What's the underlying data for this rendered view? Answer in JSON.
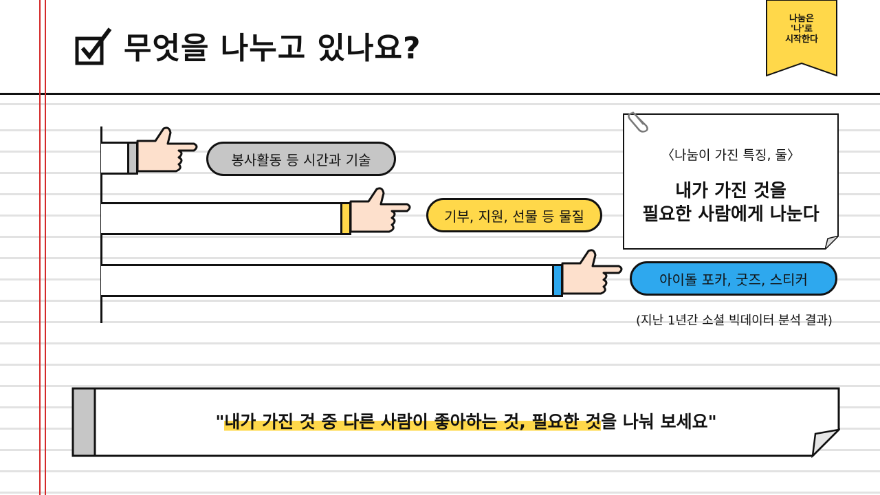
{
  "title": {
    "text": "무엇을 나누고 있나요?",
    "icon": "checkbox-checked-icon"
  },
  "ribbon": {
    "text": "나눔은\n'나'로\n시작한다",
    "color": "#ffd84a"
  },
  "bars": [
    {
      "label": "봉사활동  등 시간과 기술",
      "color": "#c6c6c6",
      "pill_color": "#c6c6c6"
    },
    {
      "label": "기부, 지원, 선물 등 물질",
      "color": "#ffd84a",
      "pill_color": "#ffd84a"
    },
    {
      "label": "아이돌 포카, 굿즈, 스티커",
      "color": "#2ea8ee",
      "pill_color": "#2ea8ee"
    }
  ],
  "note": {
    "subtitle": "〈나눔이 가진 특징, 둘〉",
    "main_line1": "내가 가진 것을",
    "main_line2": "필요한 사람에게 나눈다"
  },
  "source": "(지난 1년간 소셜 빅데이터 분석 결과)",
  "quote": {
    "open": "\"",
    "highlight": "내가 가진 것 중 다른 사람이 좋아하는 것, 필요한 것",
    "rest": "을 나눠 보세요\""
  },
  "colors": {
    "accent_yellow": "#ffd84a",
    "accent_blue": "#2ea8ee",
    "gray": "#c6c6c6",
    "margin_red": "#d42a2a",
    "hand_skin": "#fde0cc"
  }
}
